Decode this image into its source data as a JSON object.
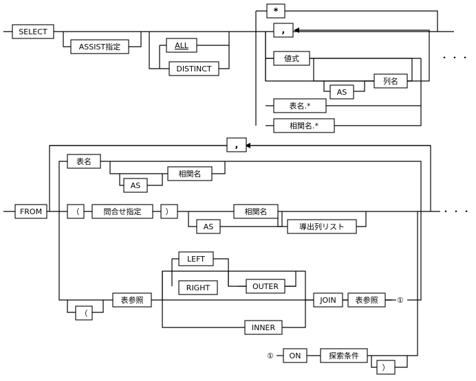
{
  "select": {
    "keyword": "SELECT",
    "assist": "ASSIST指定",
    "all": "ALL",
    "distinct": "DISTINCT",
    "star": "*",
    "comma": ",",
    "value_expr": "値式",
    "as": "AS",
    "column_name": "列名",
    "table_star": "表名.*",
    "corr_star": "相関名.*",
    "continuation": "・・・"
  },
  "from": {
    "keyword": "FROM",
    "comma": ",",
    "table_name": "表名",
    "as1": "AS",
    "corr_name1": "相関名",
    "lparen": "（",
    "query": "問合せ指定",
    "rparen": "）",
    "as2": "AS",
    "corr_name2": "相関名",
    "derived_cols": "導出列リスト",
    "continuation": "・・・",
    "lparen2": "（",
    "table_ref": "表参照",
    "left": "LEFT",
    "right": "RIGHT",
    "outer": "OUTER",
    "inner": "INNER",
    "join": "JOIN",
    "table_ref2": "表参照",
    "marker_out": "①",
    "marker_in": "①",
    "on": "ON",
    "search_cond": "探索条件",
    "rparen2": "）"
  }
}
